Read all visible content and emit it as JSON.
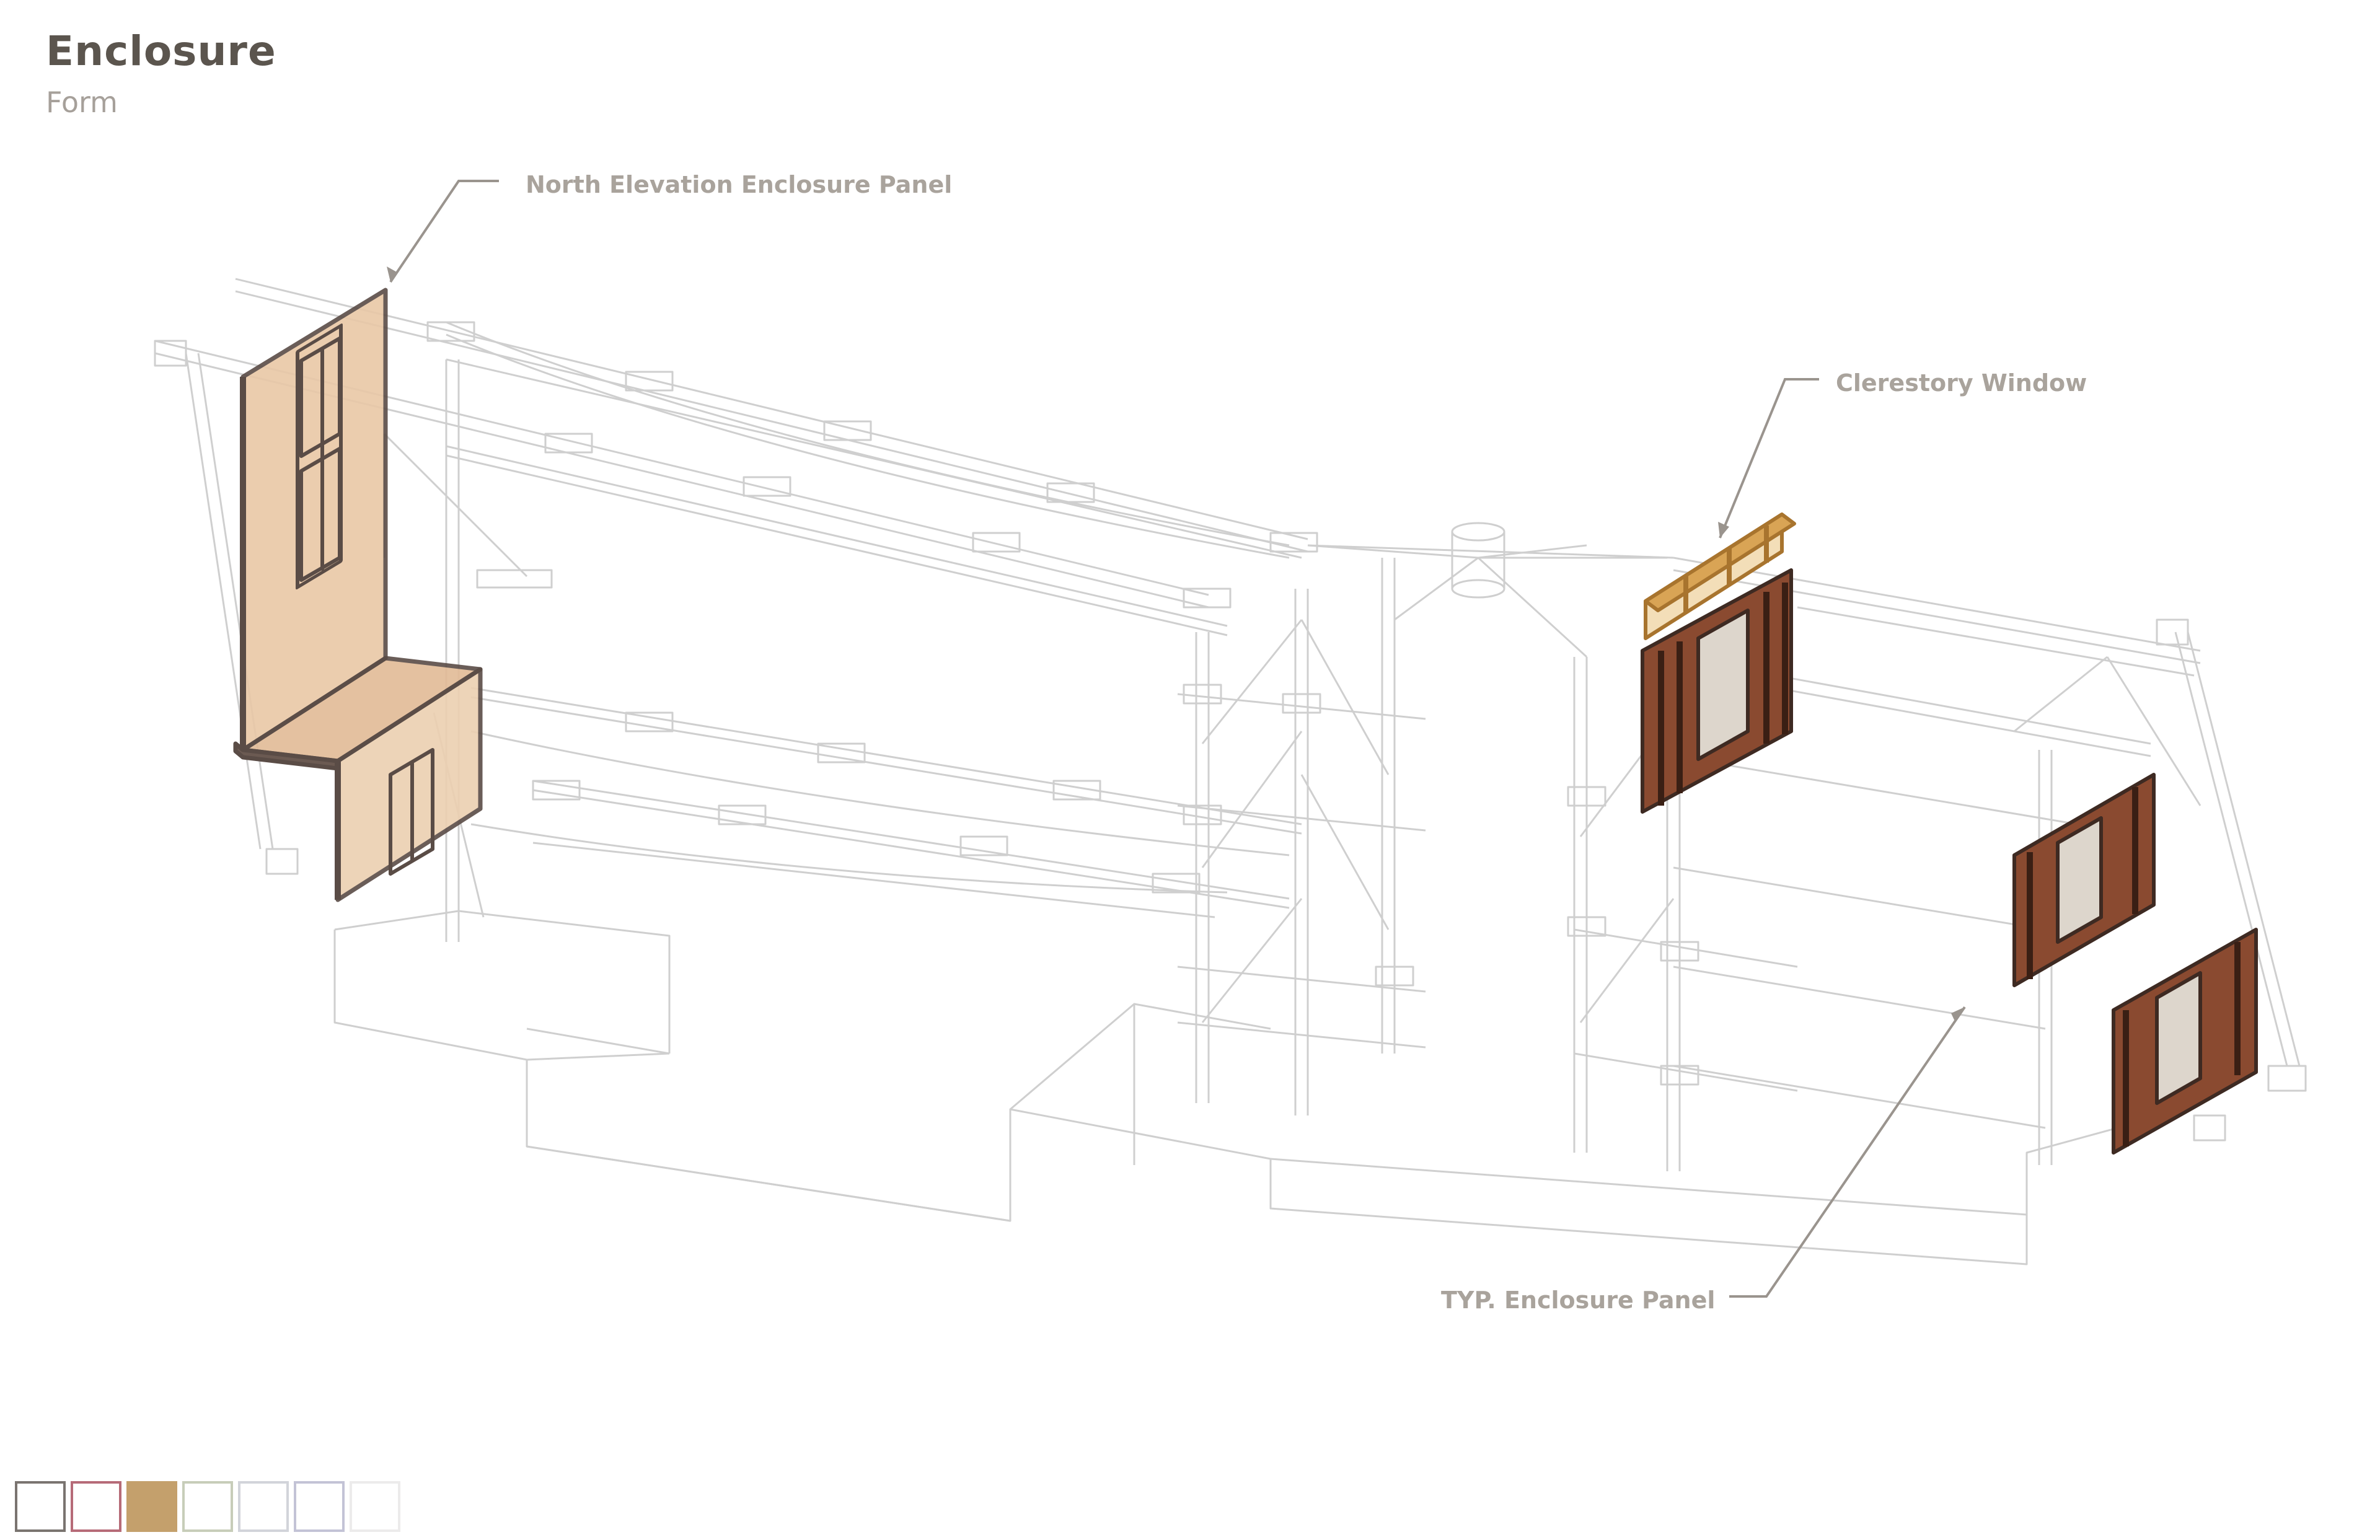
{
  "title": "Enclosure",
  "subtitle": "Form",
  "callouts": {
    "north_panel": "North Elevation Enclosure Panel",
    "clerestory": "Clerestory Window",
    "typ_panel": "TYP. Enclosure Panel"
  },
  "colors": {
    "frame": "#cfcfcf",
    "panel_fill": "#e8c9a8",
    "panel_edge": "#5a4c46",
    "timber": "#7a3c26",
    "clerestory": "#d7a256",
    "leader": "#9a948e"
  },
  "swatches": [
    {
      "name": "outline-grey",
      "fill": "#ffffff",
      "edge": "#7a7470"
    },
    {
      "name": "outline-red",
      "fill": "#ffffff",
      "edge": "#b66b78"
    },
    {
      "name": "tan-fill",
      "fill": "#c4a06c",
      "edge": "#c4a06c"
    },
    {
      "name": "outline-sage",
      "fill": "#ffffff",
      "edge": "#c7cdb9"
    },
    {
      "name": "outline-pale",
      "fill": "#ffffff",
      "edge": "#d2d4da"
    },
    {
      "name": "outline-lavender",
      "fill": "#ffffff",
      "edge": "#c3c3d6"
    },
    {
      "name": "outline-faint",
      "fill": "#ffffff",
      "edge": "#ecebeb"
    }
  ]
}
